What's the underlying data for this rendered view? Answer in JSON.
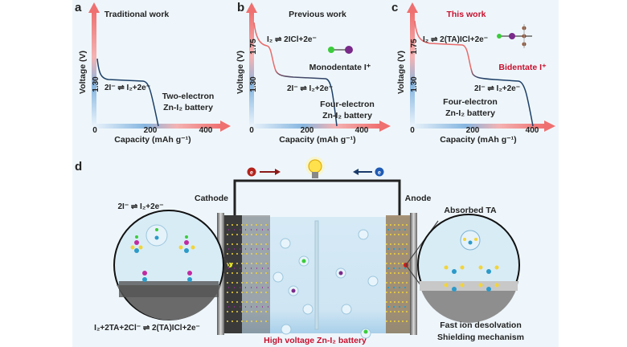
{
  "panels": {
    "a": {
      "letter": "a",
      "title": "Traditional work",
      "ylabel": "Voltage (V)",
      "xlabel": "Capacity (mAh g⁻¹)",
      "yticks": [
        "1.30"
      ],
      "xticks": [
        "0",
        "200",
        "400"
      ],
      "reaction": "2I⁻ ⇌ I₂+2e⁻",
      "desc1": "Two-electron",
      "desc2": "Zn-I₂ battery"
    },
    "b": {
      "letter": "b",
      "title": "Previous work",
      "ylabel": "Voltage (V)",
      "xlabel": "Capacity (mAh g⁻¹)",
      "yticks": [
        "1.75",
        "1.30"
      ],
      "xticks": [
        "0",
        "200",
        "400"
      ],
      "reaction_high": "I₂ ⇌ 2ICl+2e⁻",
      "reaction_low": "2I⁻ ⇌ I₂+2e⁻",
      "species": "Monodentate I⁺",
      "desc1": "Four-electron",
      "desc2": "Zn-I₂ battery"
    },
    "c": {
      "letter": "c",
      "title": "This work",
      "ylabel": "Voltage (V)",
      "xlabel": "Capacity (mAh g⁻¹)",
      "yticks": [
        "1.75",
        "1.30"
      ],
      "xticks": [
        "0",
        "200",
        "400"
      ],
      "reaction_high": "I₂ ⇌ 2(TA)ICl+2e⁻",
      "reaction_low": "2I⁻ ⇌ I₂+2e⁻",
      "species": "Bidentate I⁺",
      "desc1": "Four-electron",
      "desc2": "Zn-I₂ battery"
    },
    "d": {
      "letter": "d",
      "electron": "e",
      "cathode": "Cathode",
      "anode": "Anode",
      "cathode_reaction_top": "2I⁻ ⇌ I₂+2e⁻",
      "cathode_reaction_bottom": "I₂+2TA+2Cl⁻ ⇌ 2(TA)ICl+2e⁻",
      "anode_top": "Absorbed TA",
      "anode_bottom1": "Fast ion desolvation",
      "anode_bottom2": "Shielding mechanism",
      "caption": "High voltage Zn-I₂ battery"
    }
  },
  "colors": {
    "background": "#eef6fb",
    "highlight": "#c8102e",
    "curve": "#1d3f66",
    "axis_low": "#9fc3e6",
    "axis_high": "#f07a7a"
  }
}
